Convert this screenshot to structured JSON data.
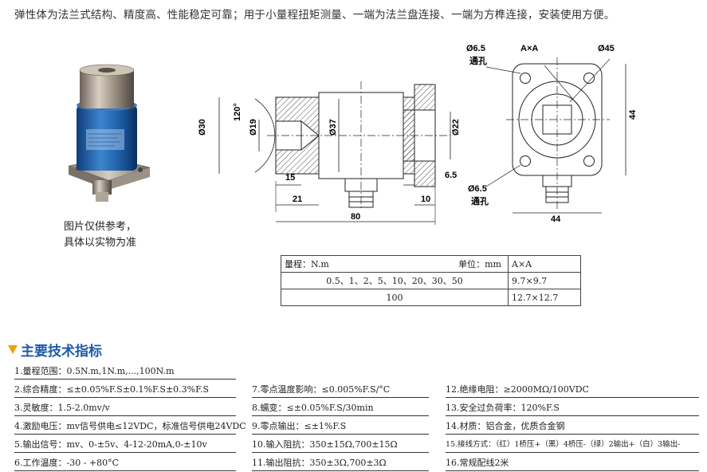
{
  "intro": "弹性体为法兰式结构、精度高、性能稳定可靠；用于小量程扭矩测量、一端为法兰盘连接、一端为方榫连接，安装使用方便。",
  "photo": {
    "caption_line1": "图片仅供参考，",
    "caption_line2": "具体以实物为准"
  },
  "drawing": {
    "dims": {
      "d30": "Ø30",
      "d19": "Ø19",
      "d37": "Ø37",
      "d22": "Ø22",
      "angle": "120°",
      "l15": "15",
      "l21": "21",
      "l80": "80",
      "l65": "6.5",
      "l10": "10",
      "hole_top": "Ø6.5",
      "hole_top_note": "通孔",
      "hole_bot": "Ø6.5",
      "hole_bot_note": "通孔",
      "axa": "A×A",
      "d45": "Ø45",
      "w44_right": "44",
      "w44_bottom": "44"
    }
  },
  "range_table": {
    "header_left": "量程：N.m",
    "header_unit": "单位：mm",
    "header_right": "A×A",
    "rows": [
      {
        "range": "0.5、1、2、5、10、20、30、50",
        "size": "9.7×9.7"
      },
      {
        "range": "100",
        "size": "12.7×12.7"
      }
    ]
  },
  "section_title": "主要技术指标",
  "params": {
    "col1": [
      "1.量程范围：0.5N.m,1N.m,...,100N.m",
      "2.综合精度：≤±0.05%F.S±0.1%F.S±0.3%F.S",
      "3.灵敏度：1.5-2.0mv/v",
      "4.激励电压：mv信号供电≤12VDC，标准信号供电24VDC",
      "5.输出信号：mv、0-±5v、4-12-20mA,0-±10v",
      "6.工作温度：-30 - +80°C"
    ],
    "col2": [
      "7.零点温度影响：≤0.005%F.S/°C",
      "8.蠕变：≤±0.05%F.S/30min",
      "9.零点输出：≤±1%F.S",
      "10.输入阻抗：350±15Ω,700±15Ω",
      "11.输出阻抗：350±3Ω,700±3Ω"
    ],
    "col3": [
      "12.绝缘电阻：≥2000MΩ/100VDC",
      "13.安全过负荷率：120%F.S",
      "14.材质：铝合金，优质合金钢",
      "15.接线方式：（红）1桥压+（黑）4桥压-（绿）2输出+（白）3输出-",
      "16.常规配线2米"
    ]
  }
}
